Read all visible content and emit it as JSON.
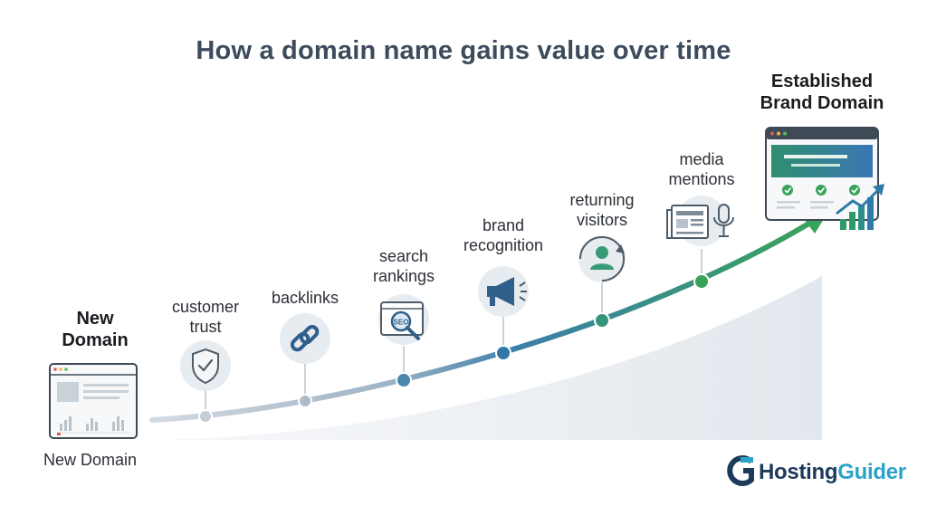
{
  "title": "How a domain name gains value over time",
  "start": {
    "heading": [
      "New",
      "Domain"
    ],
    "caption": "New Domain"
  },
  "end": {
    "heading": [
      "Established",
      "Brand Domain"
    ]
  },
  "milestones": [
    {
      "label": [
        "customer",
        "trust"
      ],
      "icon": "shield-check-icon"
    },
    {
      "label": [
        "backlinks"
      ],
      "icon": "chain-link-icon"
    },
    {
      "label": [
        "search",
        "rankings"
      ],
      "icon": "seo-magnifier-icon"
    },
    {
      "label": [
        "brand",
        "recognition"
      ],
      "icon": "megaphone-icon"
    },
    {
      "label": [
        "returning",
        "visitors"
      ],
      "icon": "user-return-icon"
    },
    {
      "label": [
        "media",
        "mentions"
      ],
      "icon": "newspaper-microphone-icon"
    }
  ],
  "brand": {
    "name_a": "Hosting",
    "name_b": "Guider",
    "color_a": "#1d3a5c",
    "color_b": "#2aa3c9"
  },
  "colors": {
    "curve_start": "#c9d2dc",
    "curve_mid": "#3b7fa8",
    "curve_end": "#3aa35a",
    "area": "#e9edf1",
    "icon_bg": "#e7ecf1",
    "icon_fg": "#2f5f8a"
  }
}
